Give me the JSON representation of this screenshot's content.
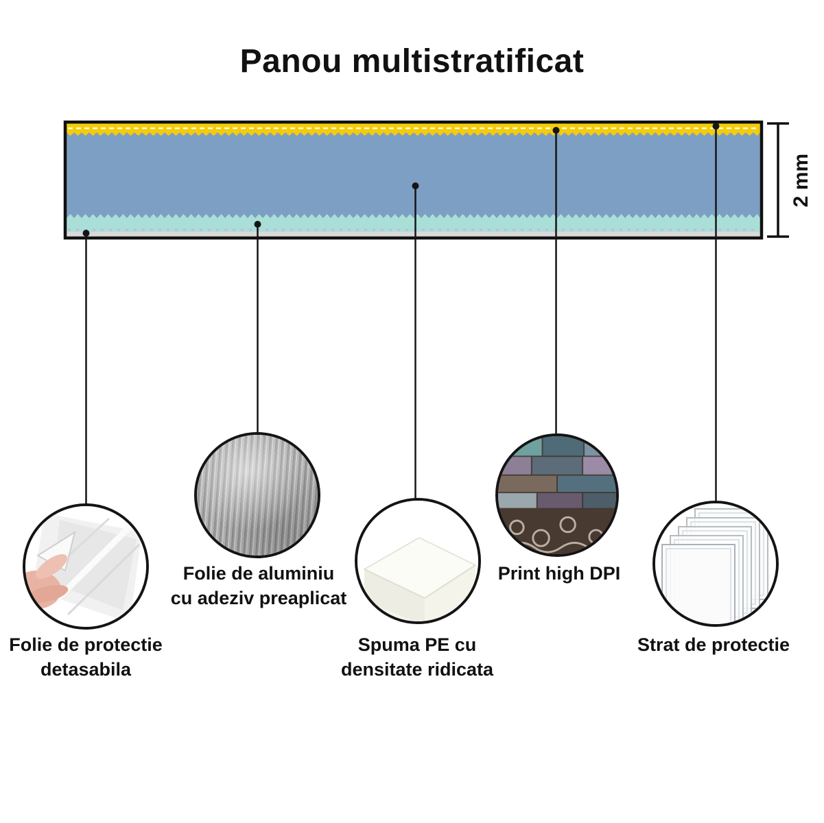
{
  "title": "Panou multistratificat",
  "panel": {
    "dimension_label": "2 mm",
    "layers": [
      {
        "name": "strat-superior-galben",
        "color": "#f3cd0a"
      },
      {
        "name": "miez-print",
        "color": "#7e9fc4"
      },
      {
        "name": "spuma-pe",
        "color": "#a9dfd7"
      },
      {
        "name": "folie-inferioara",
        "color": "#d9d9d9"
      }
    ]
  },
  "callouts": [
    {
      "id": "folie-protectie-detasabila",
      "image": "hand-peeling-film",
      "lines": [
        "Folie de protectie",
        "detasabila"
      ]
    },
    {
      "id": "folie-aluminiu",
      "image": "aluminium-foil",
      "lines": [
        "Folie de aluminiu",
        "cu adeziv preaplicat"
      ]
    },
    {
      "id": "spuma-pe",
      "image": "white-foam-corner",
      "lines": [
        "Spuma PE cu",
        "densitate ridicata"
      ]
    },
    {
      "id": "print-high-dpi",
      "image": "wood-print-sample",
      "lines": [
        "Print high DPI"
      ]
    },
    {
      "id": "strat-protectie",
      "image": "stacked-clear-sheets",
      "lines": [
        "Strat de protectie"
      ]
    }
  ],
  "colors": {
    "background": "#ffffff",
    "callout_line": "#151515",
    "panel_border": "#101010"
  }
}
